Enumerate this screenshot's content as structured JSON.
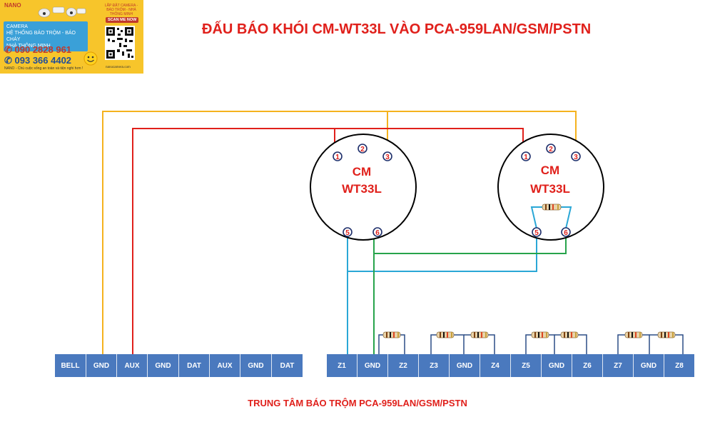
{
  "ad": {
    "brand": "NANO",
    "info_lines": [
      "CAMERA",
      "HỆ THỐNG BÁO TRỘM - BÁO CHÁY",
      "NHÀ THÔNG MINH"
    ],
    "phone1": "090 2828 961",
    "phone2": "093 366 4402",
    "slogan": "NANO - Chú cuộc sống an toàn và tiện nghi hơn !",
    "tag": "LẮP ĐẶT CAMERA - BÁO TRỘM - NHÀ THÔNG MINH",
    "scan": "SCAN ME NOW",
    "site": "nanocamera.com"
  },
  "title": "ĐẤU BÁO KHÓI CM-WT33L VÀO PCA-959LAN/GSM/PSTN",
  "detectors": [
    {
      "line1": "CM",
      "line2": "WT33L",
      "pins": [
        "1",
        "2",
        "3",
        "5",
        "6"
      ]
    },
    {
      "line1": "CM",
      "line2": "WT33L",
      "pins": [
        "1",
        "2",
        "3",
        "5",
        "6"
      ]
    }
  ],
  "panel_left": [
    "BELL",
    "GND",
    "AUX",
    "GND",
    "DAT",
    "AUX",
    "GND",
    "DAT"
  ],
  "panel_right": [
    "Z1",
    "GND",
    "Z2",
    "Z3",
    "GND",
    "Z4",
    "Z5",
    "GND",
    "Z6",
    "Z7",
    "GND",
    "Z8"
  ],
  "caption": "TRUNG TÂM BÁO TRỘM PCA-959LAN/GSM/PSTN",
  "colors": {
    "power_wire": "#e0201b",
    "gnd_wire": "#f5b21e",
    "zone_wire": "#2aa7d6",
    "green_wire": "#27a34b",
    "panel": "#4a79be",
    "title": "#e0201b"
  }
}
